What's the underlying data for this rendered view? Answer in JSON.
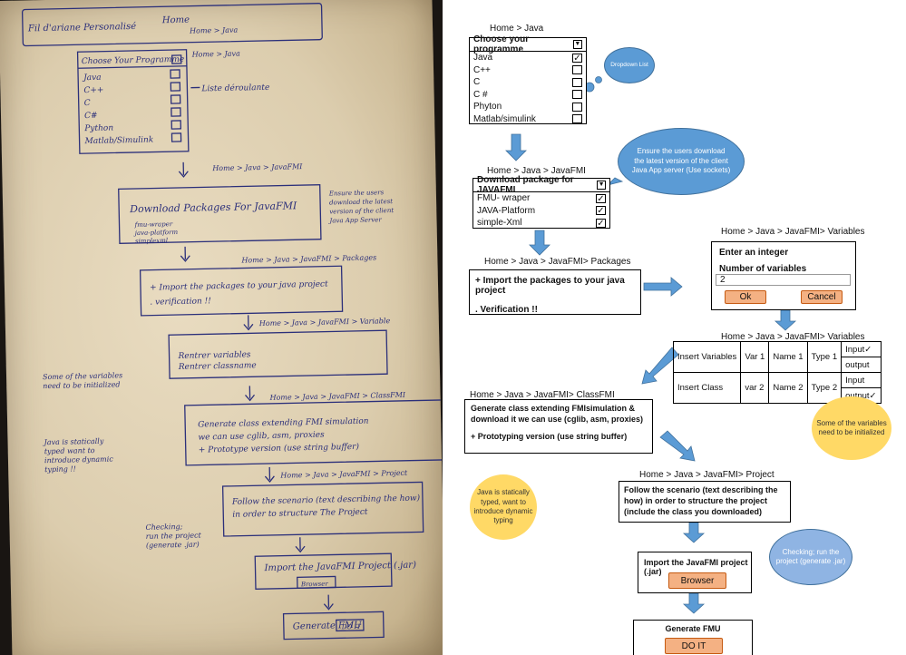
{
  "diagram": {
    "crumbs": {
      "java": "Home > Java",
      "javafmi": "Home > Java > JavaFMI",
      "variables_top": "Home > Java > JavaFMI> Variables",
      "packages": "Home > Java > JavaFMI> Packages",
      "variables_table": "Home > Java > JavaFMI> Variables",
      "classfmi": "Home > Java > JavaFMI> ClassFMI",
      "project": "Home > Java > JavaFMI> Project"
    },
    "programme": {
      "title": "Choose your programme",
      "options": [
        "Java",
        "C++",
        "C",
        "C #",
        "Phyton",
        "Matlab/simulink"
      ],
      "checked": [
        true,
        false,
        false,
        false,
        false,
        false
      ]
    },
    "dropdown_bubble": "Dropdown List",
    "download": {
      "title": "Download package for JAVAFMI",
      "options": [
        "FMU- wraper",
        "JAVA-Platform",
        "simple-Xml"
      ],
      "checked": [
        true,
        true,
        true
      ]
    },
    "ensure_bubble": "Ensure the users download the latest version of the client Java App server (Use sockets)",
    "packages": {
      "line1": "+ Import the packages to your java project",
      "line2": ". Verification !!"
    },
    "integer_dialog": {
      "title": "Enter an integer",
      "label": "Number of variables",
      "value": "2",
      "ok": "Ok",
      "cancel": "Cancel"
    },
    "var_table": {
      "rows": [
        [
          "Insert Variables",
          "Var 1",
          "Name 1",
          "Type 1"
        ],
        [
          "Insert Class",
          "var 2",
          "Name 2",
          "Type 2"
        ]
      ],
      "io": [
        "Input✓",
        "output",
        "Input",
        "output✓"
      ]
    },
    "init_bubble": "Some of the variables need to be initialized",
    "classfmi": {
      "line1": "Generate class extending FMIsimulation & download it we can use (cglib, asm, proxies)",
      "line2": "+ Prototyping version (use string buffer)"
    },
    "static_bubble": "Java is statically typed, want to introduce dynamic typing",
    "project_text": "Follow the scenario (text describing the how) in order to structure the project (include the class you downloaded)",
    "import_jar": {
      "title": "Import the JavaFMI project (.jar)",
      "button": "Browser"
    },
    "checking_bubble": "Checking; run the project (generate .jar)",
    "generate_fmu": {
      "title": "Generate FMU",
      "button": "DO IT"
    },
    "colors": {
      "blue": "#5b9bd5",
      "yellow": "#ffd966",
      "orange": "#f4b183"
    }
  }
}
